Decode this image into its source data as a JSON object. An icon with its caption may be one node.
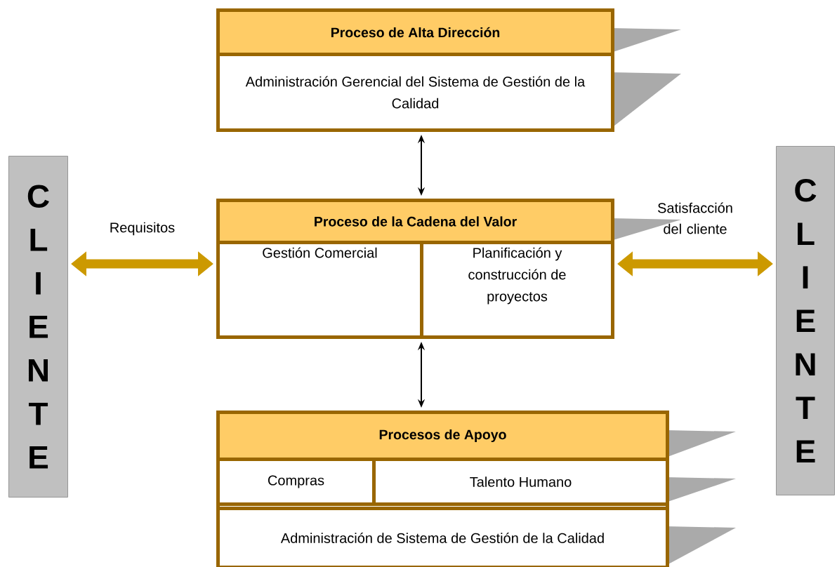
{
  "diagram": {
    "nodes": [
      {
        "text": [
          "C L I E N T E"
        ]
      },
      {
        "text": [],
        "shape": "box"
      },
      {
        "text": [
          "Proceso de Alta Dirección"
        ],
        "in": 1
      },
      {
        "text": [
          "Administración Gerencial del Sistema de Gestión de la Calidad"
        ],
        "in": 1
      },
      {
        "text": [],
        "shape": "box"
      },
      {
        "text": [
          "Proceso de la Cadena del Valor"
        ],
        "in": 4
      },
      {
        "text": [
          "Gestión Comercial"
        ],
        "in": 4
      },
      {
        "text": [
          "Planificación y construcción de proyectos"
        ],
        "in": 4
      },
      {
        "text": [],
        "shape": "box"
      },
      {
        "text": [
          "Procesos de Apoyo"
        ],
        "in": 8
      },
      {
        "text": [
          "Compras"
        ],
        "in": 8
      },
      {
        "text": [
          "Talento Humano"
        ],
        "in": 8
      },
      {
        "text": [
          "Administración de Sistema de Gestión de la Calidad"
        ],
        "in": 8
      },
      {
        "text": [
          "C L I E N T E"
        ]
      }
    ],
    "edges": [
      {
        "from": 1,
        "to": 4,
        "arrow": "both"
      },
      {
        "from": 4,
        "to": 8,
        "arrow": "both"
      },
      {
        "from": 0,
        "to": 4,
        "arrow": "both",
        "label": "Requisitos",
        "style": "thick",
        "color": "#cc9900"
      },
      {
        "from": 4,
        "to": 13,
        "arrow": "both",
        "label": "Satisfacción del cliente",
        "style": "thick",
        "color": "#cc9900"
      }
    ]
  }
}
